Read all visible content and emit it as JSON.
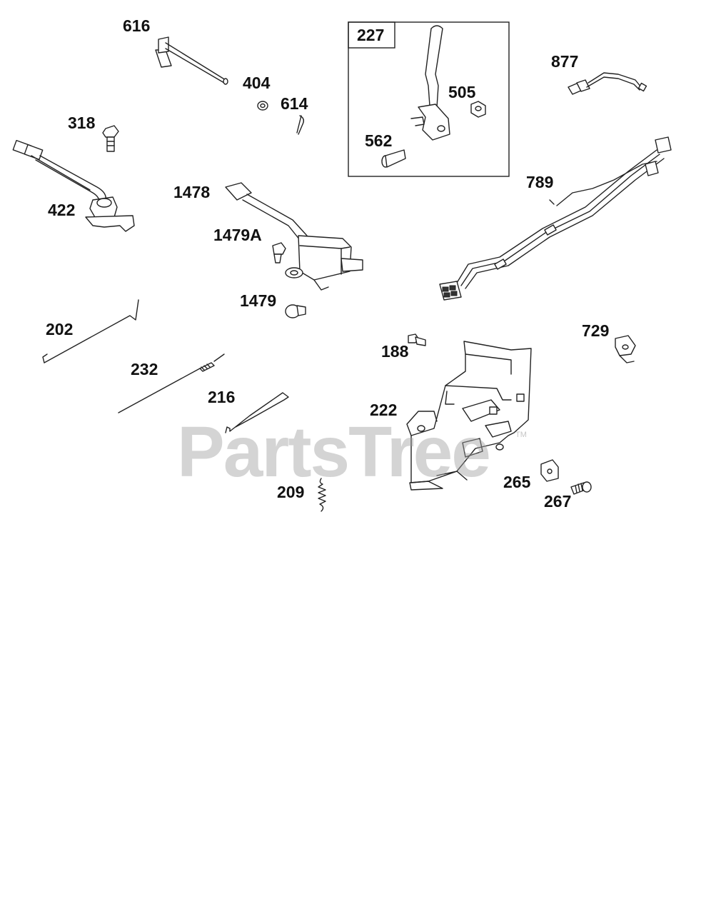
{
  "watermark": "PartsTree",
  "trademark": "TM",
  "group_label": "227",
  "labels": {
    "l616": "616",
    "l404": "404",
    "l614": "614",
    "l318": "318",
    "l422": "422",
    "l1478": "1478",
    "l1479A": "1479A",
    "l1479": "1479",
    "l202": "202",
    "l232": "232",
    "l216": "216",
    "l209": "209",
    "l227": "227",
    "l505": "505",
    "l562": "562",
    "l877": "877",
    "l789": "789",
    "l188": "188",
    "l729": "729",
    "l222": "222",
    "l265": "265",
    "l267": "267"
  }
}
